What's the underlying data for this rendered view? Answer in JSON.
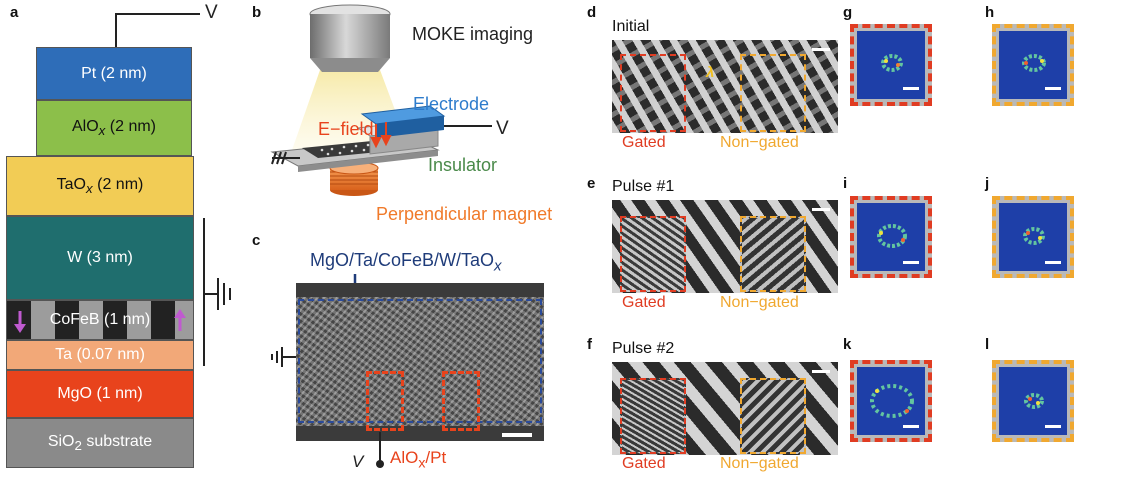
{
  "panel_labels": [
    "a",
    "b",
    "c",
    "d",
    "e",
    "f",
    "g",
    "h",
    "i",
    "j",
    "k",
    "l"
  ],
  "panel_a": {
    "voltage": "V",
    "layers": [
      {
        "label": "Pt (2 nm)",
        "color": "#2e6db8"
      },
      {
        "label": "AlO",
        "sub": "x",
        "tail": " (2 nm)",
        "color": "#8cbf4a"
      },
      {
        "label": "TaO",
        "sub": "x",
        "tail": " (2 nm)",
        "color": "#f2cc55"
      },
      {
        "label": "W (3 nm)",
        "color": "#1f6e6e"
      },
      {
        "label": "CoFeB  (1 nm)",
        "color": "#444444"
      },
      {
        "label": "Ta (0.07 nm)",
        "color": "#f2a878"
      },
      {
        "label": "MgO (1 nm)",
        "color": "#e8431c"
      },
      {
        "label": "SiO",
        "sub": "2",
        "tail": " substrate",
        "color": "#8a8a8a"
      }
    ]
  },
  "panel_b": {
    "moke": "MOKE imaging",
    "electrode": "Electrode",
    "efield": "E−field",
    "v": "V",
    "insulator": "Insulator",
    "magnet": "Perpendicular magnet"
  },
  "panel_c": {
    "stack": "MgO/Ta/CoFeB/W/TaO",
    "stack_sub": "x",
    "gate": "AlO",
    "gate_sub": "x",
    "gate_tail": "/Pt",
    "v": "V"
  },
  "panels_def": [
    {
      "title": "Initial",
      "lambda": "λ",
      "gated": "Gated",
      "nongated": "Non−gated"
    },
    {
      "title": "Pulse #1",
      "gated": "Gated",
      "nongated": "Non−gated"
    },
    {
      "title": "Pulse #2",
      "gated": "Gated",
      "nongated": "Non−gated"
    }
  ],
  "colors": {
    "gated": "#e03c22",
    "nongated": "#f0a830",
    "fft_bg": "#1e3fa8"
  }
}
